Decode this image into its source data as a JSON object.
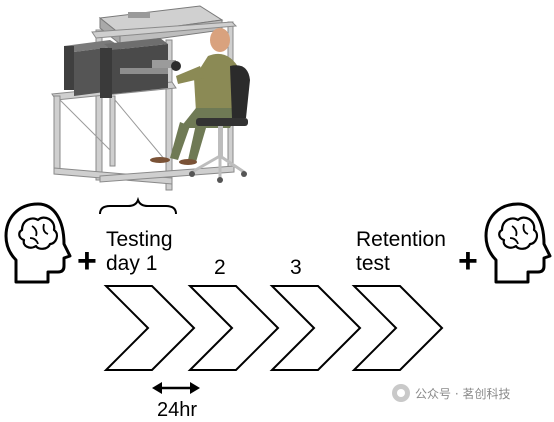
{
  "labels": {
    "testing_day": "Testing\nday 1",
    "step2": "2",
    "step3": "3",
    "retention": "Retention\ntest",
    "interval": "24hr",
    "plus_left": "+",
    "plus_right": "+"
  },
  "watermark": {
    "text": "公众号 · 茗创科技",
    "logo_icon": "wechat-official-account-icon"
  },
  "icons": {
    "head_left": "head-brain-icon",
    "head_right": "head-brain-icon",
    "apparatus": "robotic-manipulandum-workstation-illustration"
  },
  "colors": {
    "frame": "#b8b8b8",
    "device": "#5a5a5a",
    "participant_shirt": "#8b8a55",
    "participant_pants": "#6f7a55",
    "chevron_stroke": "#000000"
  }
}
